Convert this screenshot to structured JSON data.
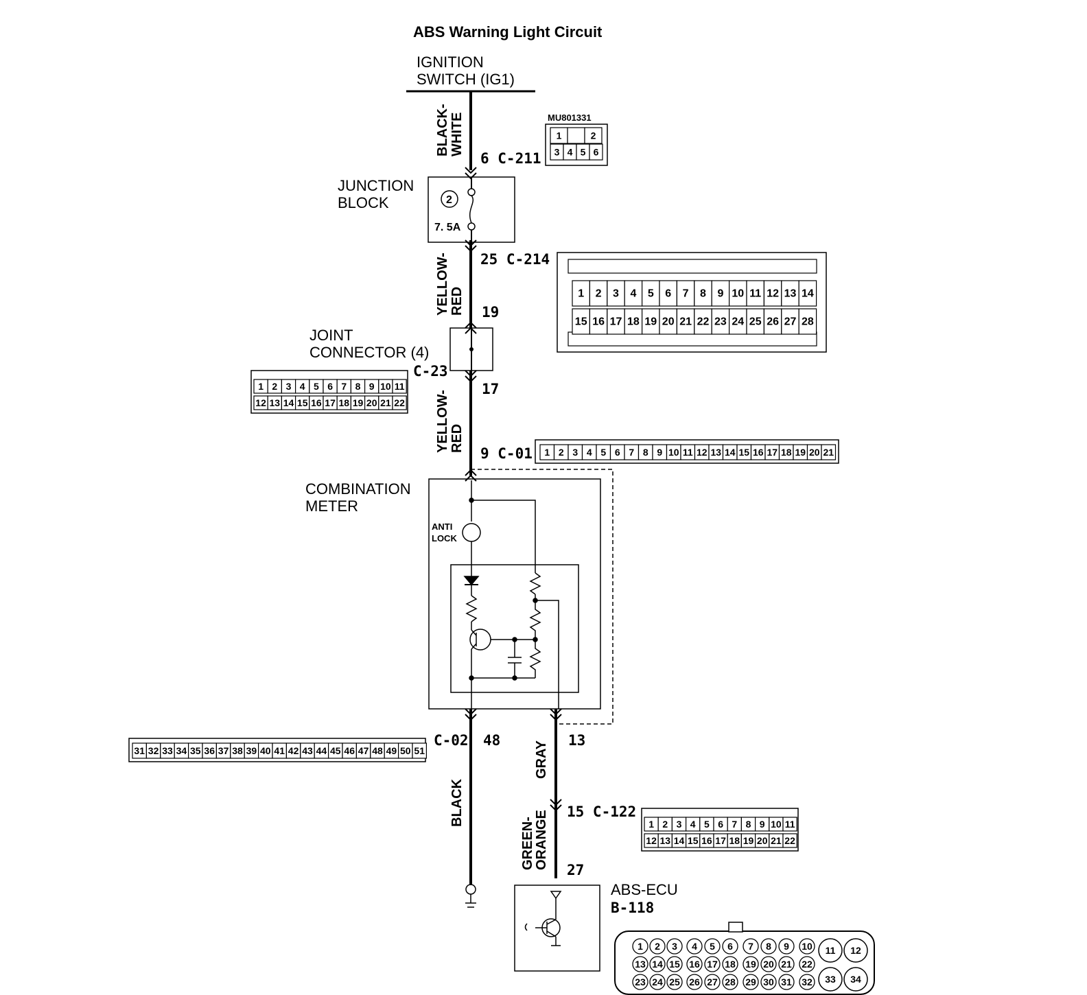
{
  "title": "ABS Warning Light Circuit",
  "labels": {
    "ignition_l1": "IGNITION",
    "ignition_l2": "SWITCH (IG1)",
    "junction_l1": "JUNCTION",
    "junction_l2": "BLOCK",
    "fuse_no": "2",
    "fuse_rating": "7. 5A",
    "joint_l1": "JOINT",
    "joint_l2": "CONNECTOR (4)",
    "combo_l1": "COMBINATION",
    "combo_l2": "METER",
    "antilock_l1": "ANTI",
    "antilock_l2": "LOCK",
    "abs_ecu": "ABS-ECU",
    "abs_ecu_conn": "B-118",
    "mu_part": "MU801331"
  },
  "pins": {
    "c211": "6  C-211",
    "c214": "25  C-214",
    "p19": "19",
    "c23": "C-23",
    "p17": "17",
    "c01": "9  C-01",
    "c02": "C-02",
    "p48": "48",
    "p13": "13",
    "c122": "15  C-122",
    "p27": "27"
  },
  "wires": {
    "w1": [
      "BLACK-",
      "WHITE"
    ],
    "w2": [
      "YELLOW-",
      "RED"
    ],
    "w3": [
      "YELLOW-",
      "RED"
    ],
    "w4": "GRAY",
    "w5": "BLACK",
    "w6": [
      "GREEN-",
      "ORANGE"
    ]
  },
  "connectors": {
    "c211_face": [
      [
        "1",
        "",
        "2"
      ],
      [
        "3",
        "4",
        "5",
        "6"
      ]
    ],
    "c214_row1": [
      "1",
      "2",
      "3",
      "4",
      "5",
      "6",
      "7",
      "8",
      "9",
      "10",
      "11",
      "12",
      "13",
      "14"
    ],
    "c214_row2": [
      "15",
      "16",
      "17",
      "18",
      "19",
      "20",
      "21",
      "22",
      "23",
      "24",
      "25",
      "26",
      "27",
      "28"
    ],
    "c23_row1": [
      "1",
      "2",
      "3",
      "4",
      "5",
      "6",
      "7",
      "8",
      "9",
      "10",
      "11"
    ],
    "c23_row2": [
      "12",
      "13",
      "14",
      "15",
      "16",
      "17",
      "18",
      "19",
      "20",
      "21",
      "22"
    ],
    "c01_row": [
      "1",
      "2",
      "3",
      "4",
      "5",
      "6",
      "7",
      "8",
      "9",
      "10",
      "11",
      "12",
      "13",
      "14",
      "15",
      "16",
      "17",
      "18",
      "19",
      "20",
      "21"
    ],
    "c02_row": [
      "31",
      "32",
      "33",
      "34",
      "35",
      "36",
      "37",
      "38",
      "39",
      "40",
      "41",
      "42",
      "43",
      "44",
      "45",
      "46",
      "47",
      "48",
      "49",
      "50",
      "51"
    ],
    "c122_row1": [
      "1",
      "2",
      "3",
      "4",
      "5",
      "6",
      "7",
      "8",
      "9",
      "10",
      "11"
    ],
    "c122_row2": [
      "12",
      "13",
      "14",
      "15",
      "16",
      "17",
      "18",
      "19",
      "20",
      "21",
      "22"
    ],
    "b118_row1": [
      "1",
      "2",
      "3",
      "4",
      "5",
      "6",
      "7",
      "8",
      "9",
      "10"
    ],
    "b118_row2": [
      "13",
      "14",
      "15",
      "16",
      "17",
      "18",
      "19",
      "20",
      "21",
      "22"
    ],
    "b118_row3": [
      "23",
      "24",
      "25",
      "26",
      "27",
      "28",
      "29",
      "30",
      "31",
      "32"
    ],
    "b118_large": [
      "11",
      "12",
      "33",
      "34"
    ]
  }
}
